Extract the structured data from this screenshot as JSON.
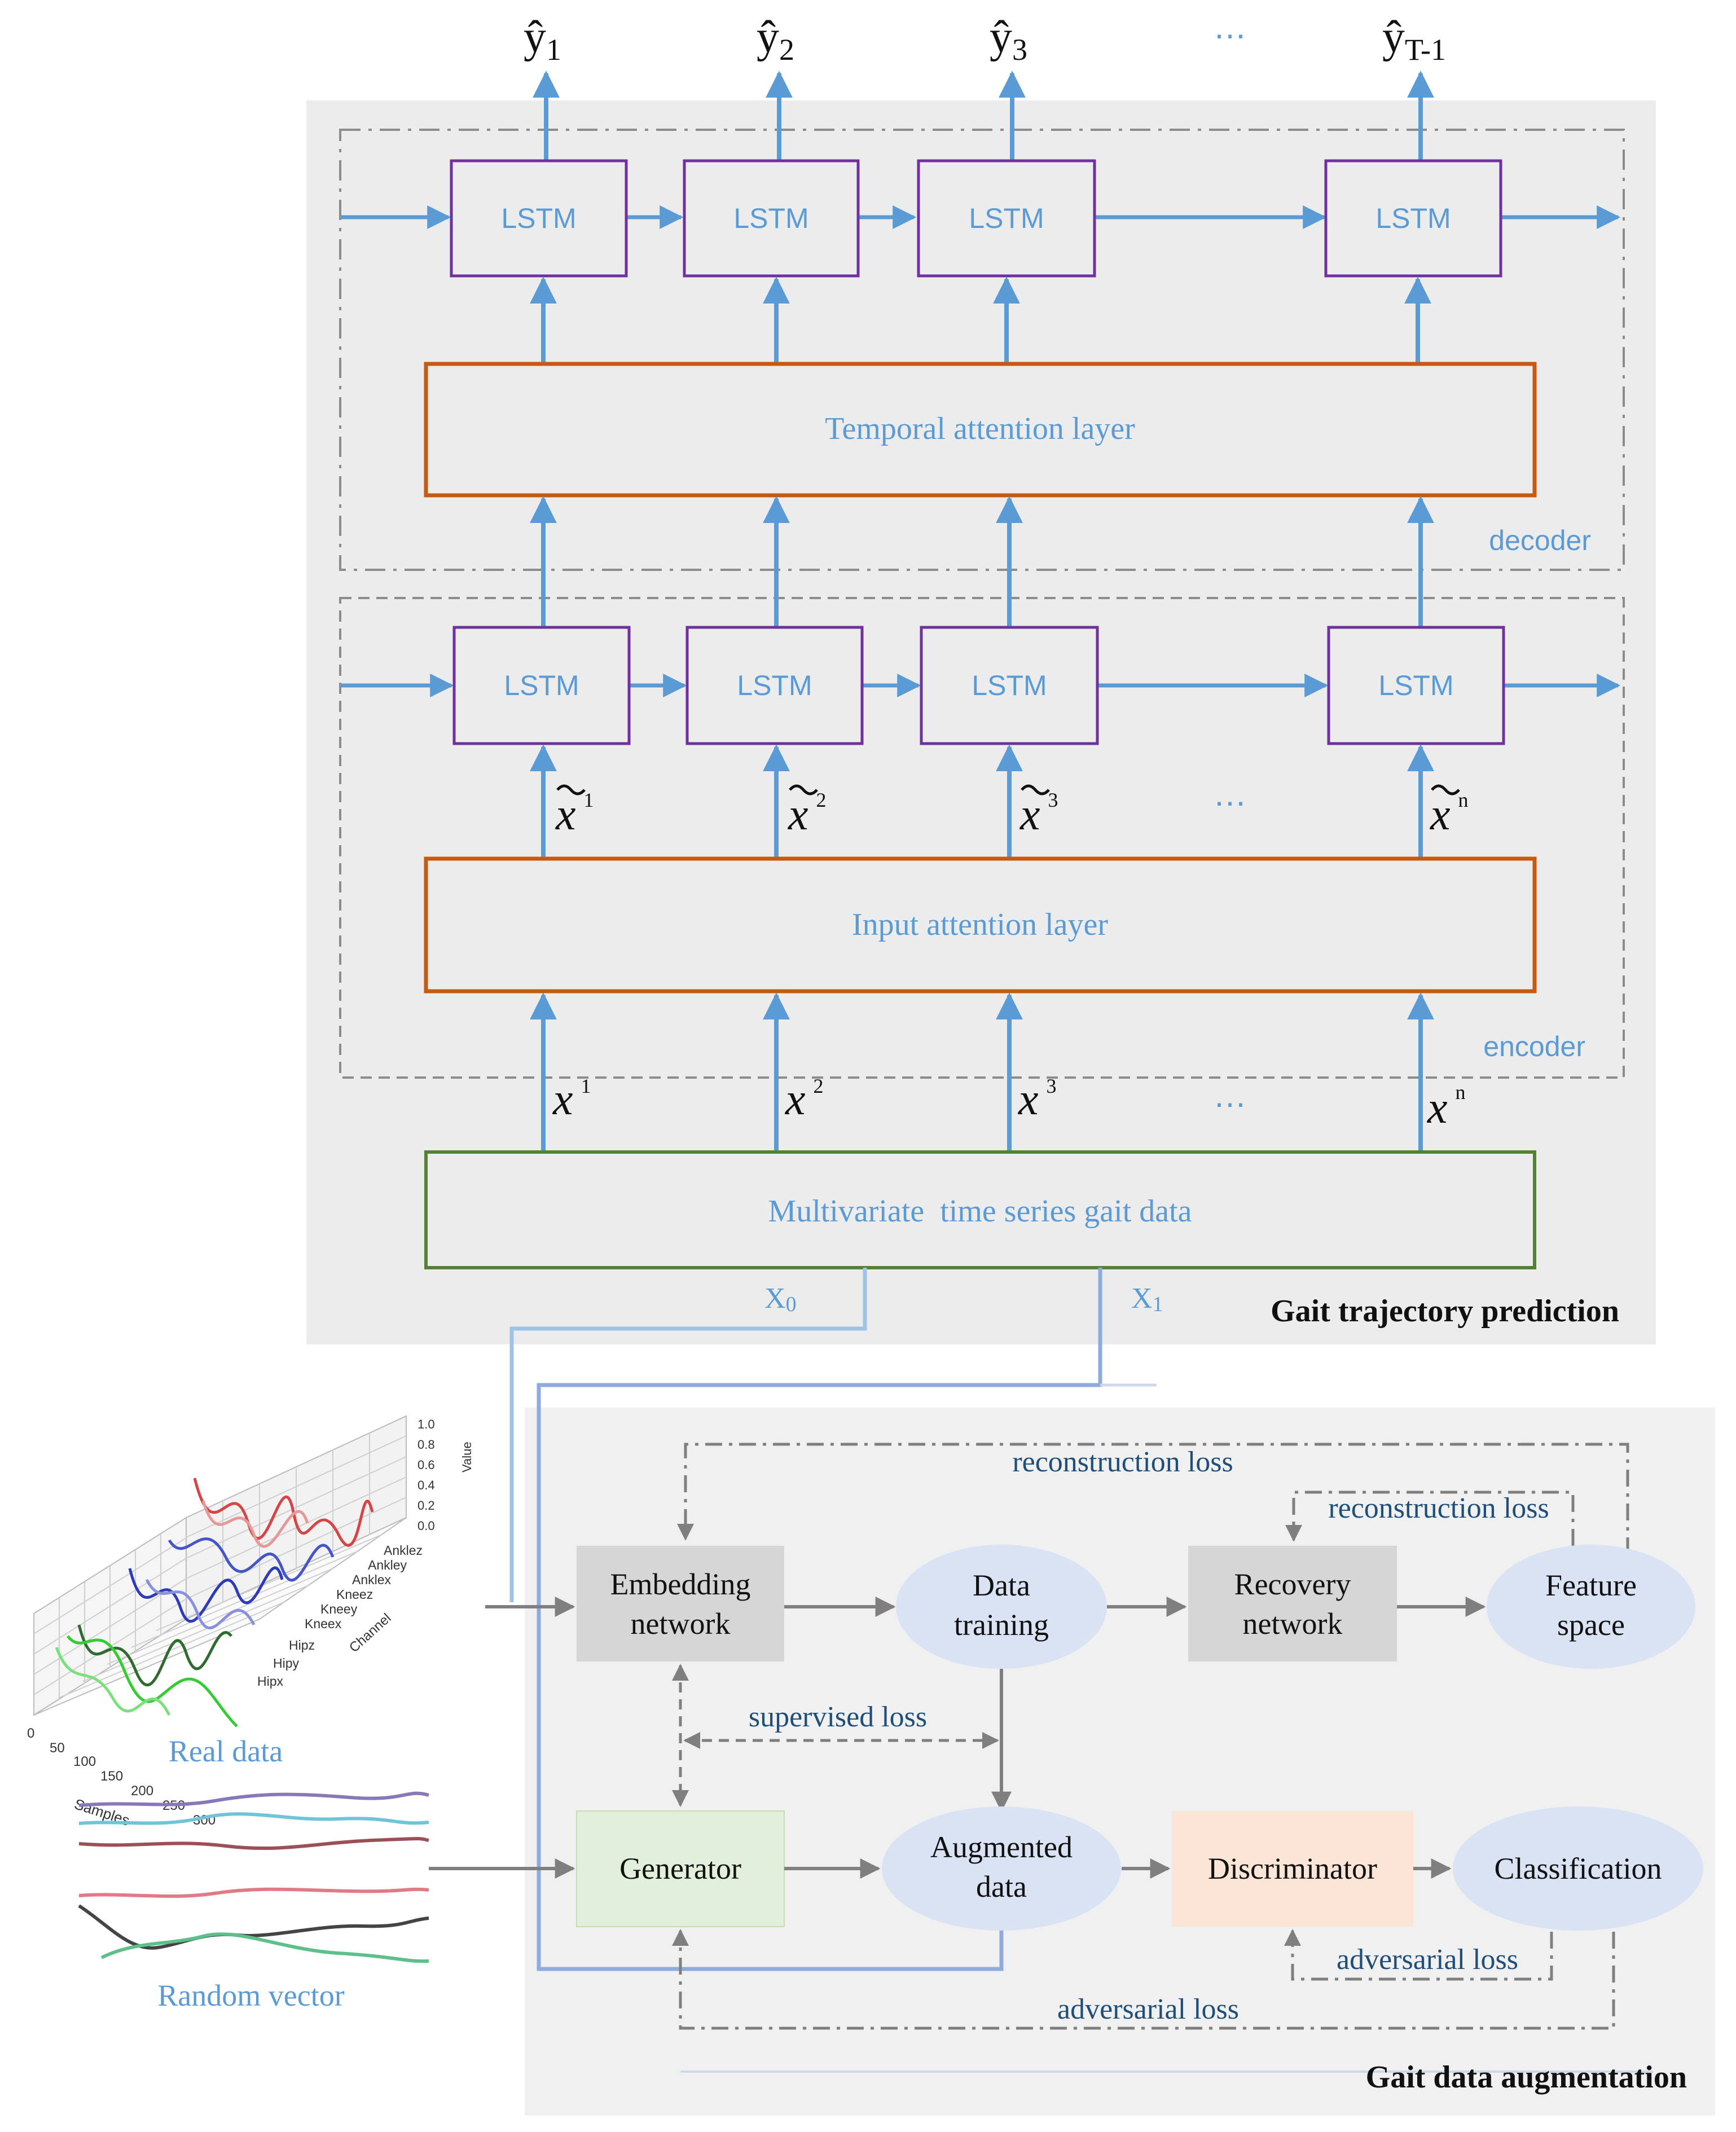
{
  "colors": {
    "blue": "#5b9bd5",
    "dark_blue_text": "#1f4e79",
    "purple": "#7030a0",
    "orange": "#c55a11",
    "green_border": "#548235",
    "gray_panel": "#ececec",
    "gray_panel2": "#f0f0f0",
    "gray_box": "#d6d6d6",
    "ellipse": "#dae3f3",
    "generator_fill": "#e2efda",
    "discriminator_fill": "#fbe5d6",
    "dark_gray": "#7f7f7f",
    "line_blue": "#8faadc"
  },
  "outputs": [
    "ŷ",
    "ŷ",
    "ŷ",
    "ŷ"
  ],
  "output_subs": [
    "1",
    "2",
    "3",
    "T-1"
  ],
  "ellipsis": "…",
  "lstm_label": "LSTM",
  "temporal_attention": "Temporal attention layer",
  "decoder_label": "decoder",
  "input_attention": "Input attention layer",
  "encoder_label": "encoder",
  "x_tilde_base": "x",
  "x_sup": [
    "1",
    "2",
    "3",
    "n"
  ],
  "multivariate_label": "Multivariate  time series gait data",
  "x0": "X",
  "x0_sub": "0",
  "x1": "X",
  "x1_sub": "1",
  "gait_prediction_title": "Gait trajectory prediction",
  "gait_augmentation_title": "Gait data augmentation",
  "augmentation": {
    "embedding": [
      "Embedding",
      "network"
    ],
    "data_training": [
      "Data",
      "training"
    ],
    "recovery": [
      "Recovery",
      "network"
    ],
    "feature_space": [
      "Feature",
      "space"
    ],
    "generator": "Generator",
    "augmented": [
      "Augmented",
      "data"
    ],
    "discriminator": "Discriminator",
    "classification": "Classification",
    "reconstruction_loss_outer": "reconstruction loss",
    "reconstruction_loss_inner": "reconstruction loss",
    "supervised_loss": "supervised loss",
    "adversarial_loss_inner": "adversarial loss",
    "adversarial_loss_outer": "adversarial loss"
  },
  "real_data_label": "Real data",
  "random_vector_label": "Random vector",
  "plot3d": {
    "z_ticks": [
      "1.0",
      "0.8",
      "0.6",
      "0.4",
      "0.2",
      "0.0"
    ],
    "z_label": "Value",
    "x_ticks": [
      "0",
      "50",
      "100",
      "150",
      "200",
      "250",
      "300"
    ],
    "x_label": "Samples",
    "channels": [
      "Anklez",
      "Ankley",
      "Anklex",
      "Kneez",
      "Kneey",
      "Kneex",
      "Hipz",
      "Hipy",
      "Hipx"
    ],
    "channel_label": "Channel"
  }
}
